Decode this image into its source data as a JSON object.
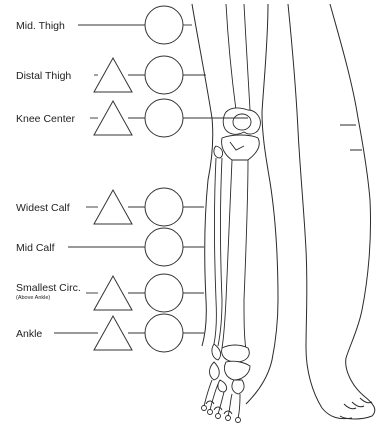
{
  "measurements": [
    {
      "label": "Mid. Thigh",
      "sublabel": "",
      "has_triangle": false
    },
    {
      "label": "Distal Thigh",
      "sublabel": "",
      "has_triangle": true
    },
    {
      "label": "Knee Center",
      "sublabel": "",
      "has_triangle": true
    },
    {
      "label": "Widest Calf",
      "sublabel": "",
      "has_triangle": true
    },
    {
      "label": "Mid Calf",
      "sublabel": "",
      "has_triangle": false
    },
    {
      "label": "Smallest Circ.",
      "sublabel": "(Above Ankle)",
      "has_triangle": true
    },
    {
      "label": "Ankle",
      "sublabel": "",
      "has_triangle": true
    }
  ],
  "colors": {
    "line": "#333333",
    "text": "#222222",
    "background": "#ffffff"
  }
}
